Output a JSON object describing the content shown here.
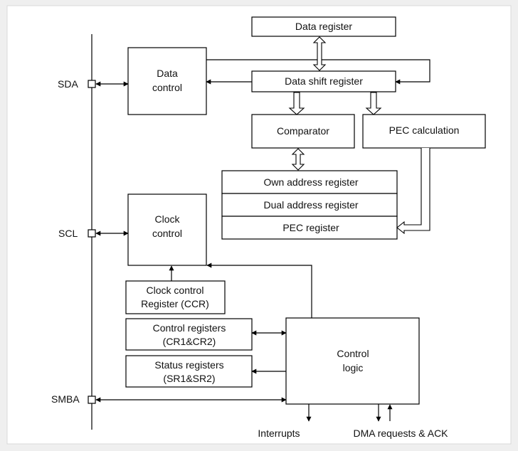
{
  "pins": {
    "sda": "SDA",
    "scl": "SCL",
    "smba": "SMBA"
  },
  "blocks": {
    "data_control": [
      "Data",
      "control"
    ],
    "data_register": "Data register",
    "data_shift_register": "Data shift register",
    "comparator": "Comparator",
    "pec_calculation": "PEC calculation",
    "own_address_register": "Own address register",
    "dual_address_register": "Dual address register",
    "pec_register": "PEC register",
    "clock_control": [
      "Clock",
      "control"
    ],
    "clock_control_register": [
      "Clock control",
      "Register (CCR)"
    ],
    "control_registers": [
      "Control registers",
      "(CR1&CR2)"
    ],
    "status_registers": [
      "Status registers",
      "(SR1&SR2)"
    ],
    "control_logic": [
      "Control",
      "logic"
    ]
  },
  "outputs": {
    "interrupts": "Interrupts",
    "dma": "DMA requests & ACK"
  }
}
